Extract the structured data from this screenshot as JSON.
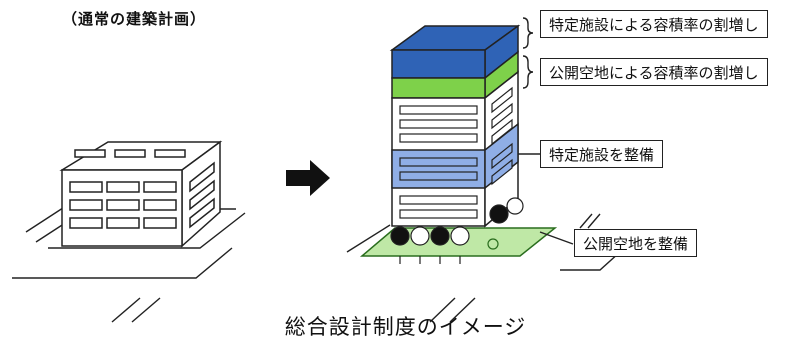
{
  "panel_label": "（通常の建築計画）",
  "callouts": {
    "special_facility_bonus": "特定施設による容積率の割増し",
    "open_space_bonus": "公開空地による容積率の割増し",
    "special_facility_built": "特定施設を整備",
    "open_space_built": "公開空地を整備"
  },
  "caption": "総合設計制度のイメージ",
  "colors": {
    "top_block": "#2f63b6",
    "open_space_block": "#7ed14a",
    "special_facility_band": "#8faee6",
    "open_space_ground": "#bfe8a6"
  }
}
